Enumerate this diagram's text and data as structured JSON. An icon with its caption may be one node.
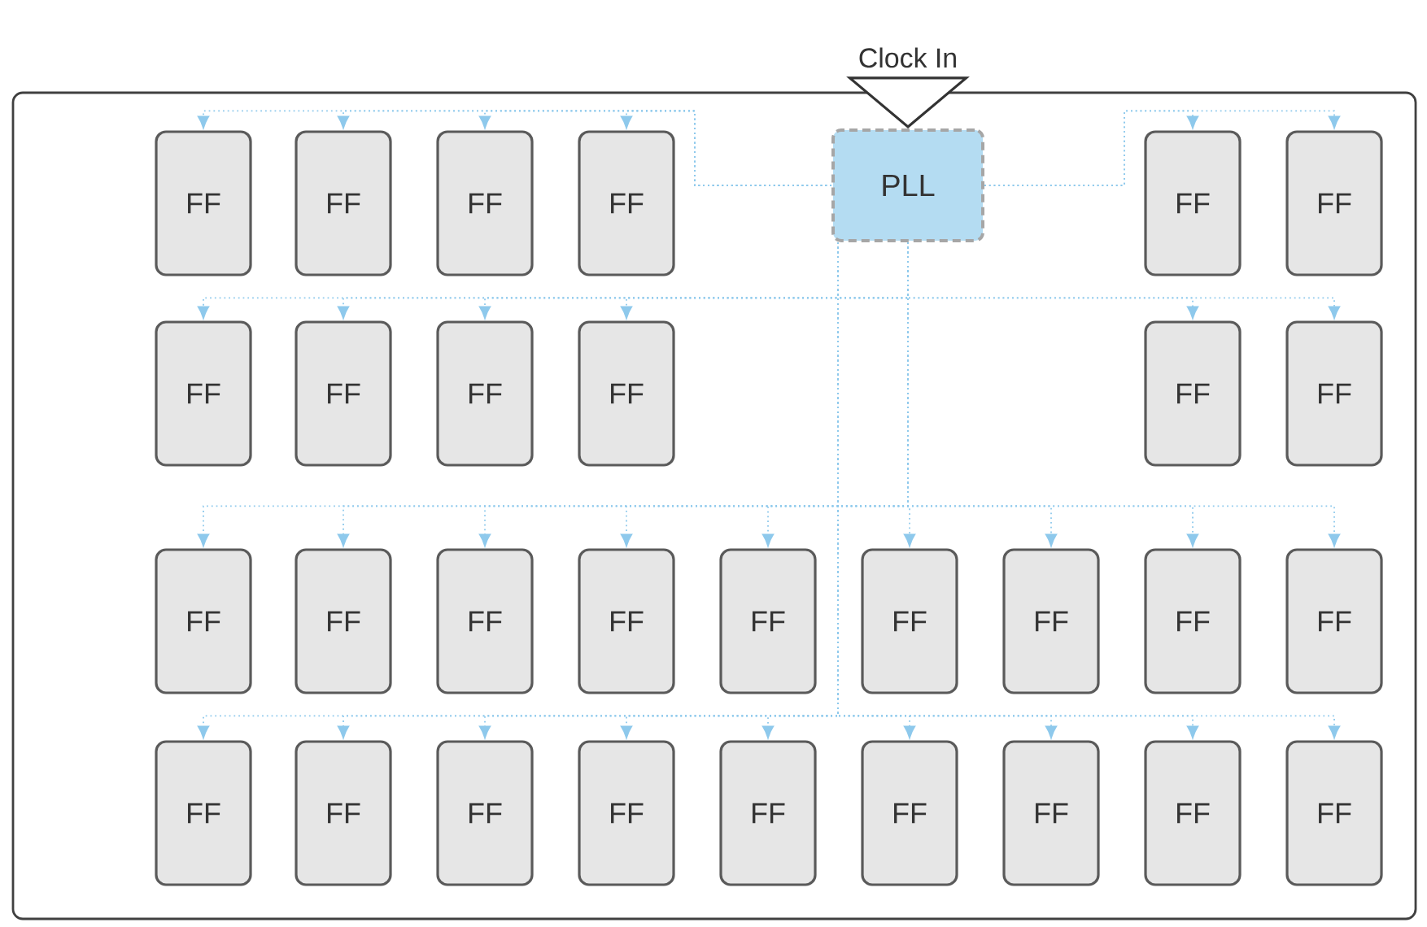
{
  "diagram": {
    "nodes": [
      {
        "text": [],
        "shape": "box"
      },
      {
        "text": [
          "Clock In"
        ]
      },
      {
        "text": [
          "PLL"
        ],
        "in": 0
      },
      {
        "text": [
          "FF"
        ],
        "in": 0
      },
      {
        "text": [
          "FF"
        ],
        "in": 0
      },
      {
        "text": [
          "FF"
        ],
        "in": 0
      },
      {
        "text": [
          "FF"
        ],
        "in": 0
      },
      {
        "text": [
          "FF"
        ],
        "in": 0
      },
      {
        "text": [
          "FF"
        ],
        "in": 0
      },
      {
        "text": [
          "FF"
        ],
        "in": 0
      },
      {
        "text": [
          "FF"
        ],
        "in": 0
      },
      {
        "text": [
          "FF"
        ],
        "in": 0
      },
      {
        "text": [
          "FF"
        ],
        "in": 0
      },
      {
        "text": [
          "FF"
        ],
        "in": 0
      },
      {
        "text": [
          "FF"
        ],
        "in": 0
      },
      {
        "text": [
          "FF"
        ],
        "in": 0
      },
      {
        "text": [
          "FF"
        ],
        "in": 0
      },
      {
        "text": [
          "FF"
        ],
        "in": 0
      },
      {
        "text": [
          "FF"
        ],
        "in": 0
      },
      {
        "text": [
          "FF"
        ],
        "in": 0
      },
      {
        "text": [
          "FF"
        ],
        "in": 0
      },
      {
        "text": [
          "FF"
        ],
        "in": 0
      },
      {
        "text": [
          "FF"
        ],
        "in": 0
      },
      {
        "text": [
          "FF"
        ],
        "in": 0
      },
      {
        "text": [
          "FF"
        ],
        "in": 0
      },
      {
        "text": [
          "FF"
        ],
        "in": 0
      },
      {
        "text": [
          "FF"
        ],
        "in": 0
      },
      {
        "text": [
          "FF"
        ],
        "in": 0
      },
      {
        "text": [
          "FF"
        ],
        "in": 0
      },
      {
        "text": [
          "FF"
        ],
        "in": 0
      },
      {
        "text": [
          "FF"
        ],
        "in": 0
      },
      {
        "text": [
          "FF"
        ],
        "in": 0
      },
      {
        "text": [
          "FF"
        ],
        "in": 0
      }
    ],
    "edges": [
      {
        "from": 2,
        "to": 3,
        "arrow": "to"
      },
      {
        "from": 2,
        "to": 4,
        "arrow": "to"
      },
      {
        "from": 2,
        "to": 5,
        "arrow": "to"
      },
      {
        "from": 2,
        "to": 6,
        "arrow": "to"
      },
      {
        "from": 2,
        "to": 7,
        "arrow": "to"
      },
      {
        "from": 2,
        "to": 8,
        "arrow": "to"
      },
      {
        "from": 2,
        "to": 9,
        "arrow": "to"
      },
      {
        "from": 2,
        "to": 10,
        "arrow": "to"
      },
      {
        "from": 2,
        "to": 11,
        "arrow": "to"
      },
      {
        "from": 2,
        "to": 12,
        "arrow": "to"
      },
      {
        "from": 2,
        "to": 13,
        "arrow": "to"
      },
      {
        "from": 2,
        "to": 14,
        "arrow": "to"
      },
      {
        "from": 2,
        "to": 15,
        "arrow": "to"
      },
      {
        "from": 2,
        "to": 16,
        "arrow": "to"
      },
      {
        "from": 2,
        "to": 17,
        "arrow": "to"
      },
      {
        "from": 2,
        "to": 18,
        "arrow": "to"
      },
      {
        "from": 2,
        "to": 19,
        "arrow": "to"
      },
      {
        "from": 2,
        "to": 20,
        "arrow": "to"
      },
      {
        "from": 2,
        "to": 21,
        "arrow": "to"
      },
      {
        "from": 2,
        "to": 22,
        "arrow": "to"
      },
      {
        "from": 2,
        "to": 23,
        "arrow": "to"
      },
      {
        "from": 2,
        "to": 24,
        "arrow": "to"
      },
      {
        "from": 2,
        "to": 25,
        "arrow": "to"
      },
      {
        "from": 2,
        "to": 26,
        "arrow": "to"
      },
      {
        "from": 2,
        "to": 27,
        "arrow": "to"
      },
      {
        "from": 2,
        "to": 28,
        "arrow": "to"
      },
      {
        "from": 2,
        "to": 29,
        "arrow": "to"
      },
      {
        "from": 2,
        "to": 30,
        "arrow": "to"
      },
      {
        "from": 2,
        "to": 31,
        "arrow": "to"
      },
      {
        "from": 2,
        "to": 32,
        "arrow": "to"
      }
    ]
  }
}
